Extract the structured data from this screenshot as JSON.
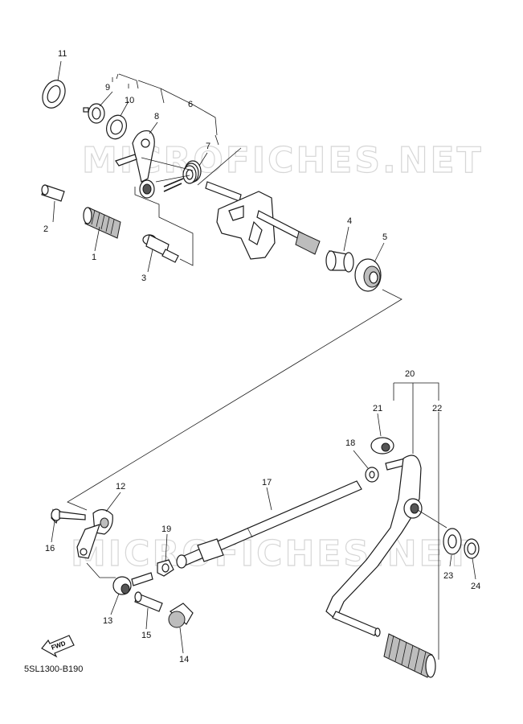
{
  "diagram": {
    "code": "5SL1300-B190",
    "fwd_label": "FWD",
    "watermark_top": "MICROFICHES.NET",
    "watermark_bottom": "MICROFICHES.NET",
    "callouts": [
      "1",
      "2",
      "3",
      "4",
      "5",
      "6",
      "7",
      "8",
      "9",
      "10",
      "11",
      "12",
      "13",
      "14",
      "15",
      "16",
      "17",
      "18",
      "19",
      "20",
      "21",
      "22",
      "23",
      "24"
    ]
  }
}
